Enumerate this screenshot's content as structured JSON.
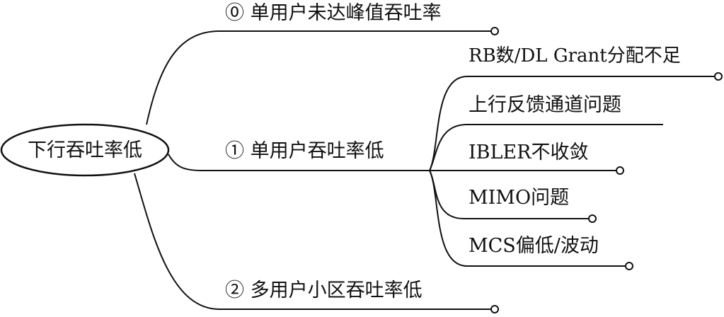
{
  "diagram": {
    "root": "下行吞吐率低",
    "branches": [
      {
        "marker": "⓪",
        "label": "单用户未达峰值吞吐率"
      },
      {
        "marker": "①",
        "label": "单用户吞吐率低",
        "children": [
          "RB数/DL Grant分配不足",
          "上行反馈通道问题",
          "IBLER不收敛",
          "MIMO问题",
          "MCS偏低/波动"
        ]
      },
      {
        "marker": "②",
        "label": "多用户小区吞吐率低"
      }
    ]
  },
  "colors": {
    "ink": "#111111",
    "background": "#ffffff"
  }
}
